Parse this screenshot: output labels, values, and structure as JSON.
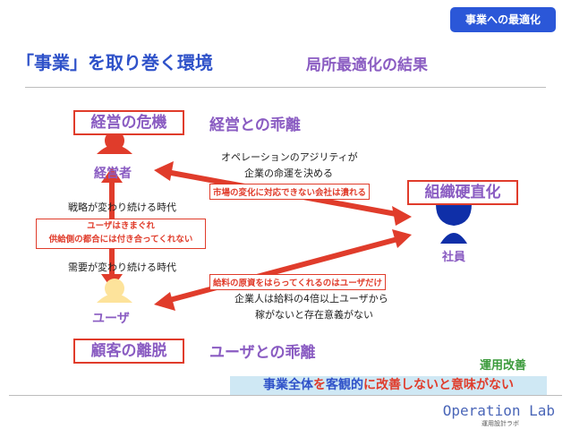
{
  "tag": "事業への最適化",
  "title": "「事業」を取り巻く環境",
  "subtitle": "局所最適化の結果",
  "crisis_box": "経営の危機",
  "crisis_gap": "経営との乖離",
  "manager_label": "経営者",
  "strategy_text": "戦略が変わり続ける時代",
  "user_box_text_1": "ユーザはきまぐれ",
  "user_box_text_2": "供給側の都合には付き合ってくれない",
  "demand_text": "需要が変わり続ける時代",
  "user_label": "ユーザ",
  "churn_box": "顧客の離脱",
  "user_gap": "ユーザとの乖離",
  "agility_1": "オペレーションのアジリティが",
  "agility_2": "企業の命運を決める",
  "market_label": "市場の変化に対応できない会社は潰れる",
  "rigid_box": "組織硬直化",
  "employee_label": "社員",
  "salary_label": "給料の原資をはらってくれるのはユーザだけ",
  "salary_1": "企業人は給料の4倍以上ユーザから",
  "salary_2": "稼がないと存在意義がない",
  "improve_label": "運用改善",
  "banner": {
    "p1": "事業全体",
    "p2": "を",
    "p3": "客観的",
    "p4": "に改善しないと意味がない"
  },
  "brand": "Operation Lab",
  "brand_sub": "運用設計ラボ",
  "colors": {
    "accent_blue": "#2b57d8",
    "title_blue": "#2f52c9",
    "purple": "#8a5cc2",
    "red": "#e03c2b",
    "yellow": "#fde39b",
    "navy": "#0f2fa8",
    "banner_bg": "#cfe8f4"
  }
}
